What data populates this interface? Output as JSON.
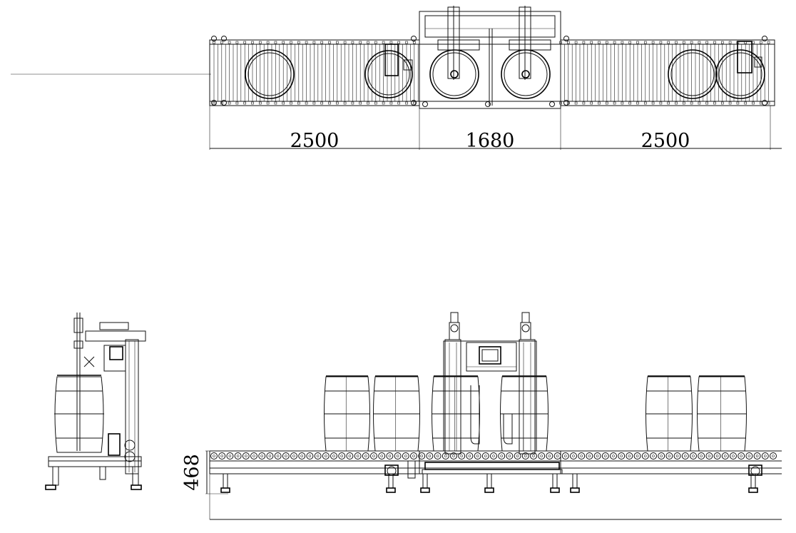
{
  "dimensions": {
    "left_section": "2500",
    "center_section": "1680",
    "right_section": "2500",
    "roller_height": "468"
  },
  "colors": {
    "line": "#111111",
    "background": "#ffffff"
  }
}
